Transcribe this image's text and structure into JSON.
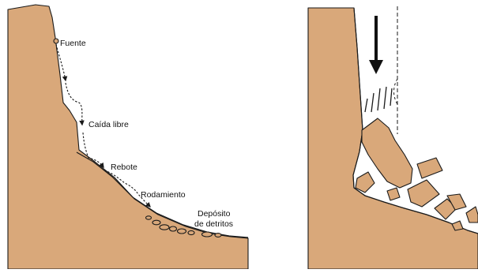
{
  "panels": {
    "left": {
      "labels": {
        "source": "Fuente",
        "free_fall": "Caída libre",
        "bounce": "Rebote",
        "rolling": "Rodamiento",
        "deposit_line1": "Depósito",
        "deposit_line2": "de detritos"
      }
    },
    "right": {}
  },
  "colors": {
    "rock": "#d9a87a",
    "outline": "#1a1a1a",
    "background": "#ffffff"
  }
}
